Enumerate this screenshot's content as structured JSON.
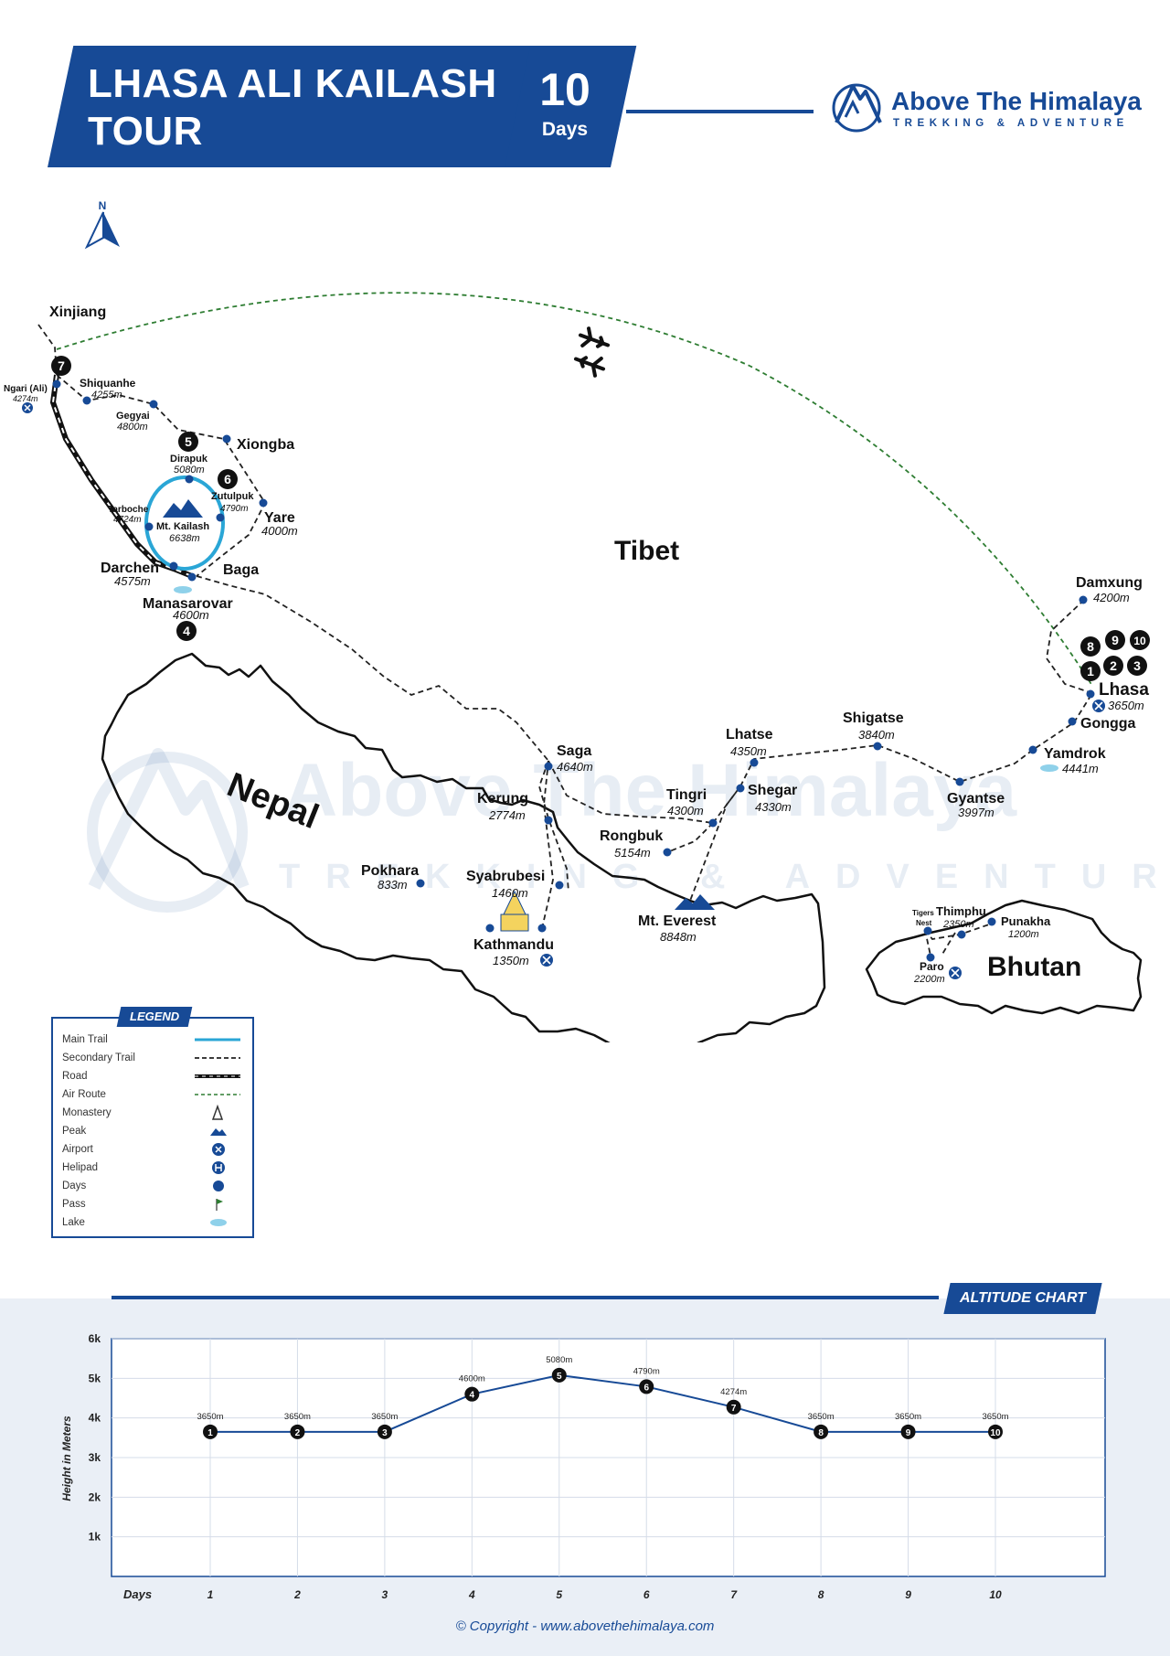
{
  "header": {
    "title_line1": "LHASA ALI KAILASH",
    "title_line2": "TOUR",
    "days_number": "10",
    "days_label": "Days",
    "brand_name": "Above The Himalaya",
    "brand_tagline": "TREKKING & ADVENTURE"
  },
  "map": {
    "north_label": "N",
    "watermark_main": "Above The Himalaya",
    "watermark_sub": "TREKKING & ADVENTURE",
    "regions": {
      "tibet": "Tibet",
      "nepal": "Nepal",
      "bhutan": "Bhutan",
      "xinjiang": "Xinjiang"
    },
    "places": {
      "ngari_name": "Ngari (Ali)",
      "ngari_alt": "4274m",
      "shiquanhe_name": "Shiquanhe",
      "shiquanhe_alt": "4255m",
      "gegyai_name": "Gegyai",
      "gegyai_alt": "4800m",
      "xiongba_name": "Xiongba",
      "dirapuk_name": "Dirapuk",
      "dirapuk_alt": "5080m",
      "zutulpuk_name": "Zutulpuk",
      "zutulpuk_alt": "4790m",
      "yare_name": "Yare",
      "yare_alt": "4000m",
      "tarboche_name": "Tarboche",
      "tarboche_alt": "4724m",
      "kailash_name": "Mt. Kailash",
      "kailash_alt": "6638m",
      "darchen_name": "Darchen",
      "darchen_alt": "4575m",
      "baga_name": "Baga",
      "manasarovar_name": "Manasarovar",
      "manasarovar_alt": "4600m",
      "damxung_name": "Damxung",
      "damxung_alt": "4200m",
      "lhasa_name": "Lhasa",
      "lhasa_alt": "3650m",
      "gongga_name": "Gongga",
      "yamdrok_name": "Yamdrok",
      "yamdrok_alt": "4441m",
      "shigatse_name": "Shigatse",
      "shigatse_alt": "3840m",
      "gyantse_name": "Gyantse",
      "gyantse_alt": "3997m",
      "lhatse_name": "Lhatse",
      "lhatse_alt": "4350m",
      "shegar_name": "Shegar",
      "shegar_alt": "4330m",
      "tingri_name": "Tingri",
      "tingri_alt": "4300m",
      "rongbuk_name": "Rongbuk",
      "rongbuk_alt": "5154m",
      "saga_name": "Saga",
      "saga_alt": "4640m",
      "kerung_name": "Kerung",
      "kerung_alt": "2774m",
      "syabrubesi_name": "Syabrubesi",
      "syabrubesi_alt": "1460m",
      "kathmandu_name": "Kathmandu",
      "kathmandu_alt": "1350m",
      "pokhara_name": "Pokhara",
      "pokhara_alt": "833m",
      "everest_name": "Mt. Everest",
      "everest_alt": "8848m",
      "tigers_nest_line1": "Tigers",
      "tigers_nest_line2": "Nest",
      "thimphu_name": "Thimphu",
      "thimphu_alt": "2350m",
      "punakha_name": "Punakha",
      "punakha_alt": "1200m",
      "paro_name": "Paro",
      "paro_alt": "2200m"
    },
    "day_markers": {
      "ali": "7",
      "dirapuk": "5",
      "zutulpuk": "6",
      "manasarovar": "4",
      "lhasa_1": "1",
      "lhasa_2": "2",
      "lhasa_3": "3",
      "lhasa_8": "8",
      "lhasa_9": "9",
      "lhasa_10": "10"
    }
  },
  "legend": {
    "title": "LEGEND",
    "items": [
      {
        "label": "Main Trail",
        "symbol": "main-trail"
      },
      {
        "label": "Secondary Trail",
        "symbol": "secondary-trail"
      },
      {
        "label": "Road",
        "symbol": "road"
      },
      {
        "label": "Air Route",
        "symbol": "air-route"
      },
      {
        "label": "Monastery",
        "symbol": "monastery-icon"
      },
      {
        "label": "Peak",
        "symbol": "peak-icon"
      },
      {
        "label": "Airport",
        "symbol": "airport-icon"
      },
      {
        "label": "Helipad",
        "symbol": "helipad-icon"
      },
      {
        "label": "Days",
        "symbol": "day-dot-icon"
      },
      {
        "label": "Pass",
        "symbol": "pass-flag-icon"
      },
      {
        "label": "Lake",
        "symbol": "lake-icon"
      }
    ],
    "colors": {
      "main_trail": "#2aa6d6",
      "air_route": "#2e7d32",
      "brand": "#174a96"
    }
  },
  "chart_data": {
    "type": "line",
    "title": "ALTITUDE CHART",
    "xlabel": "Days",
    "ylabel": "Height in Meters",
    "x": [
      1,
      2,
      3,
      4,
      5,
      6,
      7,
      8,
      9,
      10
    ],
    "series": [
      {
        "values": [
          3650,
          3650,
          3650,
          4600,
          5080,
          4790,
          4274,
          3650,
          3650,
          3650
        ]
      }
    ],
    "data_labels": [
      "3650m",
      "3650m",
      "3650m",
      "4600m",
      "5080m",
      "4790m",
      "4274m",
      "3650m",
      "3650m",
      "3650m"
    ],
    "y_ticks": [
      "1k",
      "2k",
      "3k",
      "4k",
      "5k",
      "6k"
    ],
    "ylim": [
      0,
      6000
    ],
    "grid": true
  },
  "footer": {
    "copyright": "© Copyright - www.abovethehimalaya.com"
  }
}
